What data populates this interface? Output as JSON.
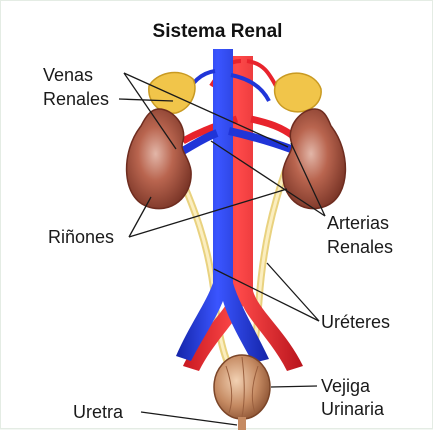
{
  "title": "Sistema Renal",
  "labels": {
    "venas_renales_1": "Venas",
    "venas_renales_2": "Renales",
    "rinones": "Riñones",
    "arterias_renales_1": "Arterias",
    "arterias_renales_2": "Renales",
    "ureteres": "Uréteres",
    "vejiga_1": "Vejiga",
    "vejiga_2": "Urinaria",
    "uretra": "Uretra"
  },
  "colors": {
    "vein": "#2035d8",
    "artery": "#e8232c",
    "kidney": "#9a4a36",
    "adrenal": "#f1c54a",
    "ureter": "#f5e29a",
    "bladder": "#c99068"
  }
}
